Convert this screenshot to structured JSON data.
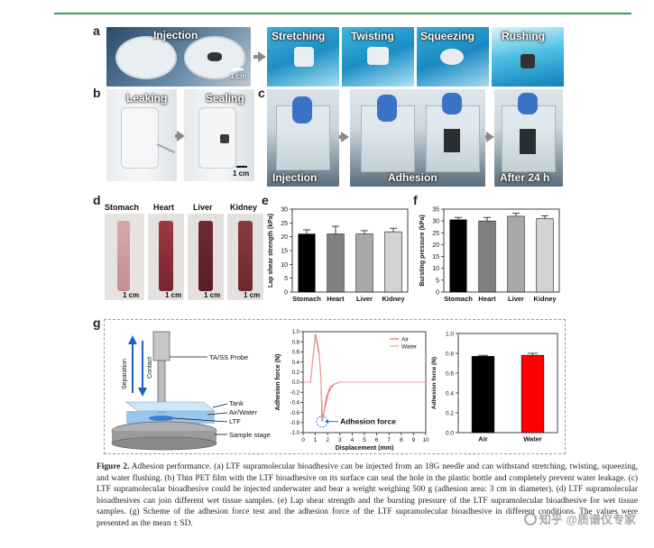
{
  "panels": {
    "a": {
      "letter": "a",
      "labels": [
        "Injection",
        "Stretching",
        "Twisting",
        "Squeezing",
        "Rushing"
      ],
      "scale": "1 cm"
    },
    "b": {
      "letter": "b",
      "labels": [
        "Leaking",
        "Sealing"
      ],
      "scale": "1 cm"
    },
    "c": {
      "letter": "c",
      "labels": [
        "Injection",
        "Adhesion",
        "After 24 h"
      ]
    },
    "d": {
      "letter": "d",
      "tissues": [
        "Stomach",
        "Heart",
        "Liver",
        "Kidney"
      ],
      "scale": "1 cm"
    },
    "e": {
      "letter": "e"
    },
    "f": {
      "letter": "f"
    },
    "g": {
      "letter": "g",
      "schematic": {
        "separation": "Separation",
        "contact": "Contact",
        "probe": "TA/SS Probe",
        "tank": "Tank",
        "air_water": "Air/Water",
        "ltf": "LTF",
        "stage": "Sample stage"
      },
      "adhesion_annotation": "Adhesion force"
    }
  },
  "chart_data": [
    {
      "id": "e",
      "type": "bar",
      "categories": [
        "Stomach",
        "Heart",
        "Liver",
        "Kidney"
      ],
      "values": [
        21,
        21,
        21,
        21.8
      ],
      "errors": [
        1.5,
        2.8,
        1.2,
        1.3
      ],
      "colors": [
        "#000000",
        "#808080",
        "#a9a9a9",
        "#d3d3d3"
      ],
      "ylabel": "Lap shear strength (kPa)",
      "ylim": [
        0,
        30
      ],
      "yticks": [
        "0",
        "5",
        "10",
        "15",
        "20",
        "25",
        "30"
      ]
    },
    {
      "id": "f",
      "type": "bar",
      "categories": [
        "Stomach",
        "Heart",
        "Liver",
        "Kidney"
      ],
      "values": [
        30.5,
        30,
        32,
        31
      ],
      "errors": [
        1,
        1.5,
        1.2,
        1.2
      ],
      "colors": [
        "#000000",
        "#808080",
        "#a9a9a9",
        "#d3d3d3"
      ],
      "ylabel": "Bursting pressure (kPa)",
      "ylim": [
        0,
        35
      ],
      "yticks": [
        "0",
        "5",
        "10",
        "15",
        "20",
        "25",
        "30",
        "35"
      ]
    },
    {
      "id": "g-curve",
      "type": "line",
      "xlabel": "Displacement (mm)",
      "ylabel": "Adhesion force (N)",
      "xlim": [
        0,
        10
      ],
      "ylim": [
        -1.0,
        1.0
      ],
      "xticks": [
        "0",
        "1",
        "2",
        "3",
        "4",
        "5",
        "6",
        "7",
        "8",
        "9",
        "10"
      ],
      "yticks": [
        "-1.0",
        "-0.8",
        "-0.6",
        "-0.4",
        "-0.2",
        "0.0",
        "0.2",
        "0.4",
        "0.6",
        "0.8",
        "1.0"
      ],
      "legend": "top-right",
      "series": [
        {
          "name": "Air",
          "color": "#e06060",
          "x": [
            0,
            0.6,
            1.0,
            1.3,
            1.45,
            1.55,
            1.7,
            1.9,
            2.2,
            2.6,
            3.0,
            4.0,
            6.0,
            10.0
          ],
          "y": [
            0,
            0.0,
            0.95,
            0.6,
            0.1,
            -0.78,
            -0.6,
            -0.3,
            -0.1,
            -0.03,
            0.0,
            0.0,
            0.0,
            0.0
          ]
        },
        {
          "name": "Water",
          "color": "#f0a0a0",
          "x": [
            0,
            0.6,
            1.0,
            1.3,
            1.45,
            1.6,
            1.8,
            2.1,
            2.5,
            3.0,
            4.0,
            6.0,
            10.0
          ],
          "y": [
            0,
            0.0,
            0.9,
            0.55,
            0.05,
            -0.76,
            -0.5,
            -0.2,
            -0.05,
            0.0,
            0.0,
            0.0,
            0.0
          ]
        }
      ]
    },
    {
      "id": "g-bars",
      "type": "bar",
      "categories": [
        "Air",
        "Water"
      ],
      "values": [
        0.77,
        0.78
      ],
      "errors": [
        0.01,
        0.02
      ],
      "colors": [
        "#000000",
        "#ff0000"
      ],
      "ylabel": "Adhesion force (N)",
      "ylim": [
        0,
        1.0
      ],
      "yticks": [
        "0.0",
        "0.2",
        "0.4",
        "0.6",
        "0.8",
        "1.0"
      ]
    }
  ],
  "caption": {
    "label": "Figure 2.",
    "text": " Adhesion performance. (a) LTF supramolecular bioadhesive can be injected from an 18G needle and can withstand stretching, twisting, squeezing, and water flushing. (b) Thin PET film with the LTF bioadhesive on its surface can seal the hole in the plastic bottle and completely prevent water leakage. (c) LTF supramolecular bioadhesive could be injected underwater and bear a weight weighing 500 g (adhesion area: 3 cm in diameter). (d) LTF supramolecular bioadhesives can join different wet tissue samples. (e) Lap shear strength and the bursting pressure of the LTF supramolecular bioadhesive for wet tissue samples. (g) Scheme of the adhesion force test and the adhesion force of the LTF supramolecular bioadhesive in different conditions. The values were presented as the mean ± SD."
  },
  "watermark": "知乎 @质谱仪专家"
}
